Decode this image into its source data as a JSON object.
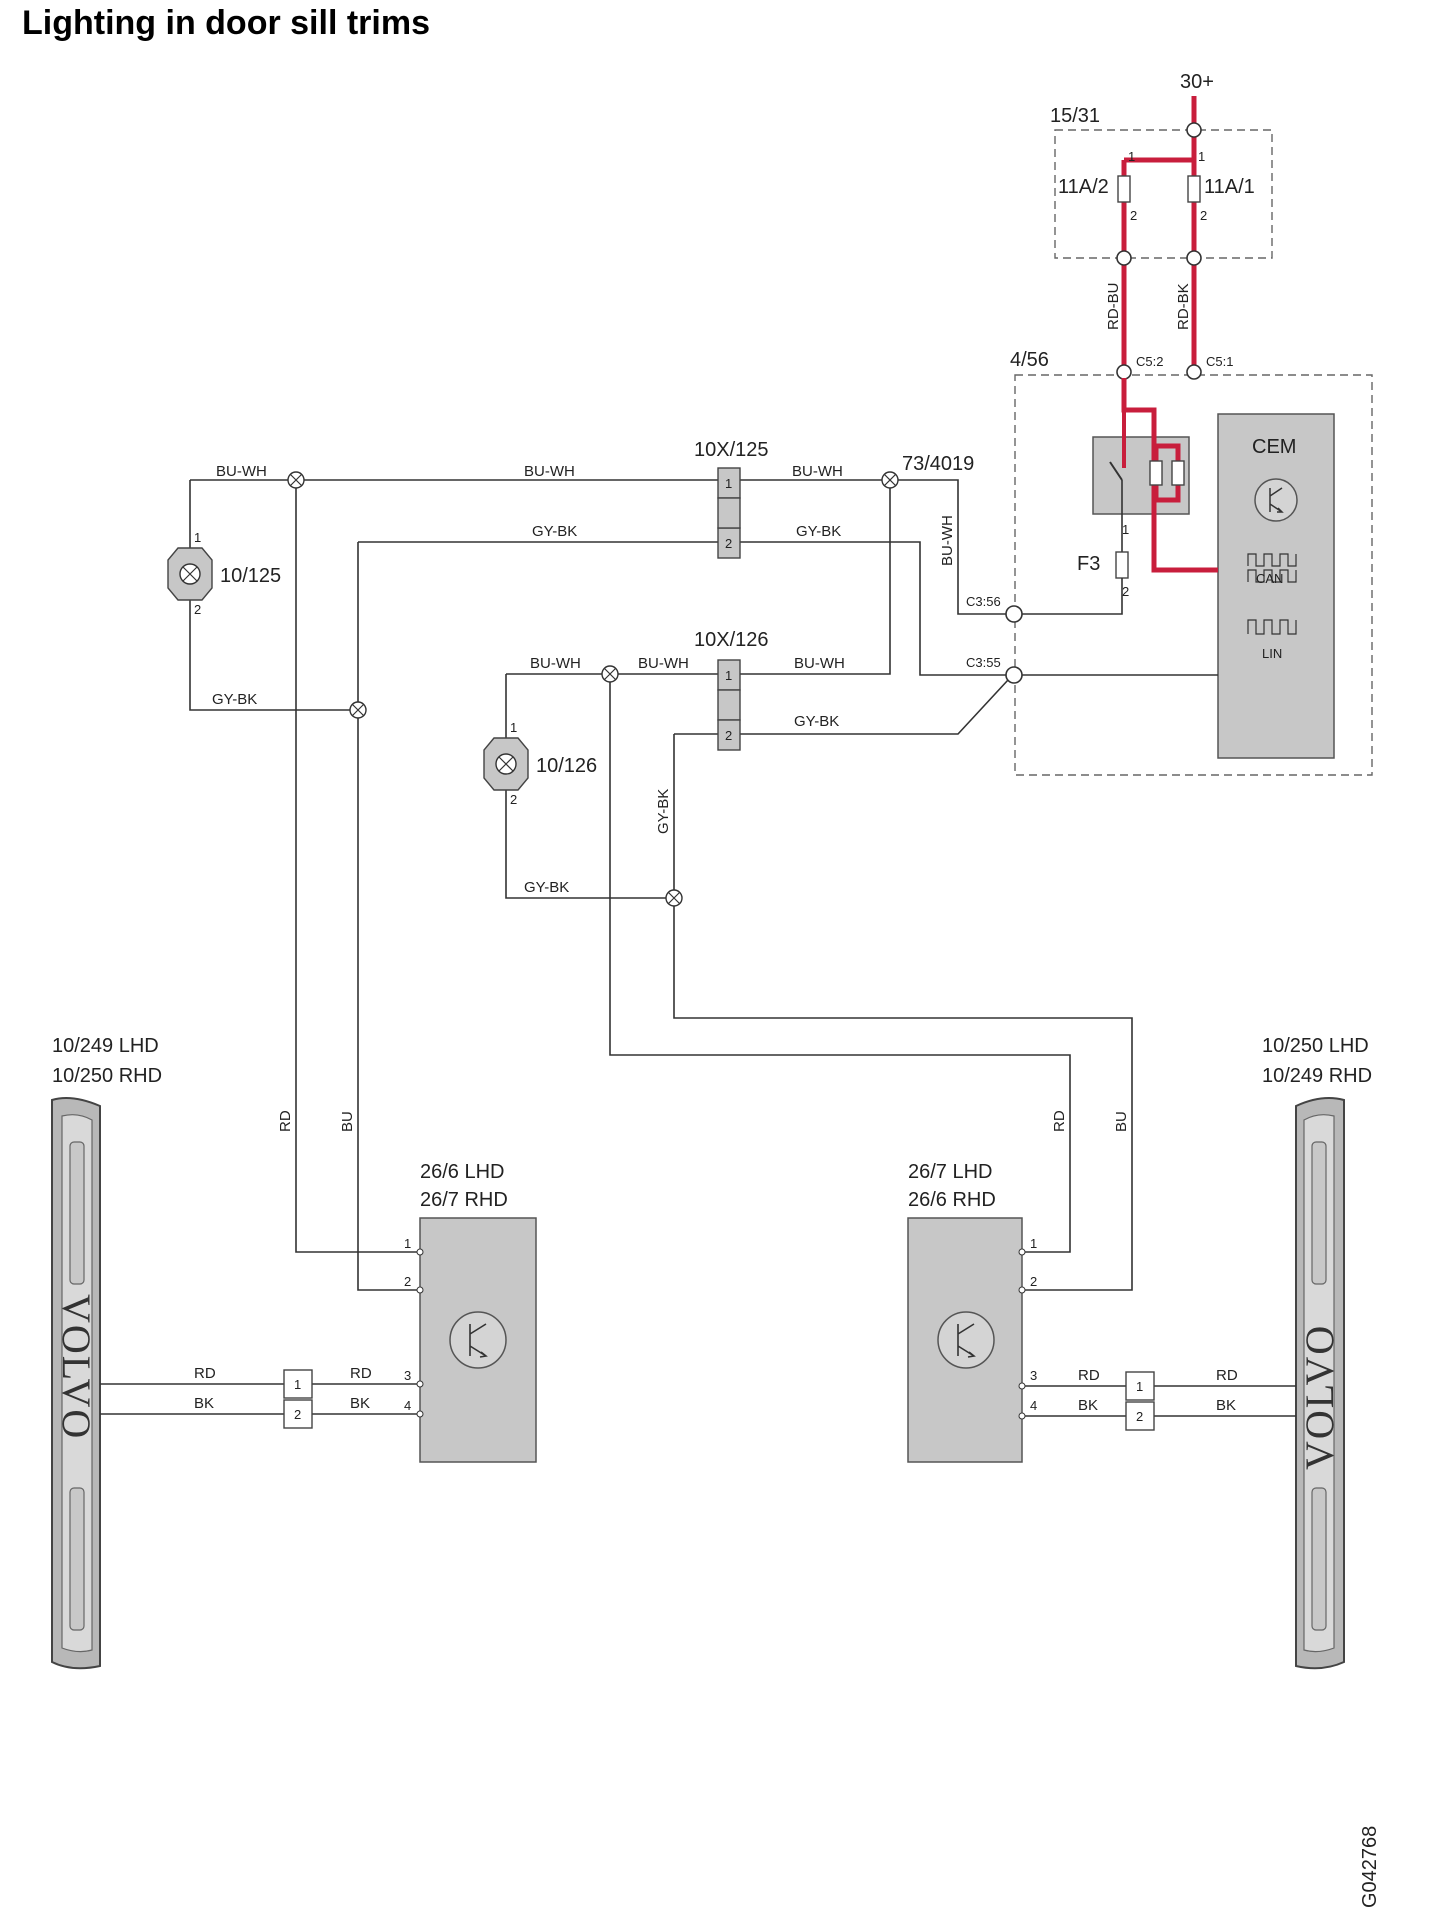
{
  "title": "Lighting in door sill trims",
  "supply": {
    "terminal": "30+",
    "fuse_box": "15/31",
    "fuse_a": "11A/2",
    "fuse_b": "11A/1",
    "pin1": "1",
    "pin2": "2",
    "wire_a": "RD-BU",
    "wire_b": "RD-BK"
  },
  "cem": {
    "module_ref": "4/56",
    "name": "CEM",
    "pin_c52": "C5:2",
    "pin_c51": "C5:1",
    "pin_c356": "C3:56",
    "pin_c355": "C3:55",
    "fuse": "F3",
    "can": "CAN",
    "lin": "LIN"
  },
  "connectors": {
    "c125": "10X/125",
    "c126": "10X/126",
    "splice": "73/4019",
    "pin1": "1",
    "pin2": "2"
  },
  "lamps": {
    "lamp1": "10/125",
    "lamp2": "10/126",
    "pin1": "1",
    "pin2": "2"
  },
  "wires": {
    "bu_wh": "BU-WH",
    "gy_bk": "GY-BK",
    "rd": "RD",
    "bu": "BU",
    "bk": "BK"
  },
  "left": {
    "sill_line1": "10/249 LHD",
    "sill_line2": "10/250 RHD",
    "module_line1": "26/6 LHD",
    "module_line2": "26/7 RHD"
  },
  "right": {
    "sill_line1": "10/250 LHD",
    "sill_line2": "10/249 RHD",
    "module_line1": "26/7 LHD",
    "module_line2": "26/6 RHD"
  },
  "module_pins": {
    "p1": "1",
    "p2": "2",
    "p3": "3",
    "p4": "4"
  },
  "sill_logo": "VOLVO",
  "figure_id": "G042768"
}
